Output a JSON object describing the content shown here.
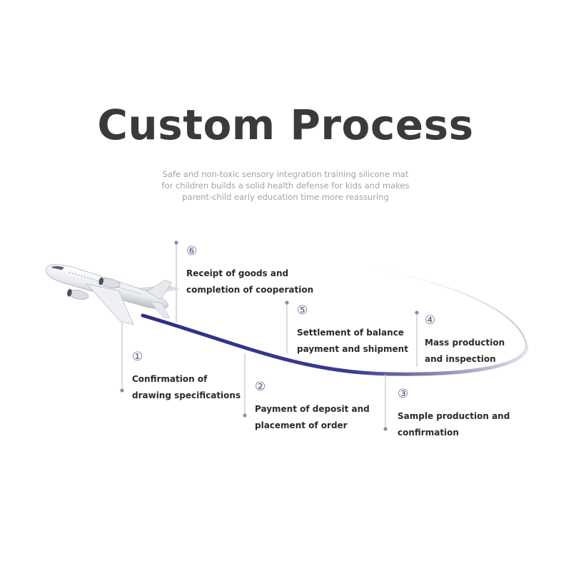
{
  "title": "Custom Process",
  "subtitle": [
    "Safe and non-toxic sensory integration training silicone mat",
    "for children builds a solid health defense for kids and makes",
    "parent-child early education time more reassuring"
  ],
  "colors": {
    "title": "#3a3a3a",
    "subtitle": "#a3a3a3",
    "path_accent": "#2e2e86",
    "marker": "#8c8ca8",
    "step_text": "#2a2a2a"
  },
  "steps": [
    {
      "number": "①",
      "lines": [
        "Confirmation of",
        "drawing specifications"
      ]
    },
    {
      "number": "②",
      "lines": [
        "Payment of deposit and",
        "placement of order"
      ]
    },
    {
      "number": "③",
      "lines": [
        "Sample production and",
        "confirmation"
      ]
    },
    {
      "number": "④",
      "lines": [
        "Mass production",
        "and inspection"
      ]
    },
    {
      "number": "⑤",
      "lines": [
        "Settlement of balance",
        "payment and shipment"
      ]
    },
    {
      "number": "⑥",
      "lines": [
        "Receipt of goods and",
        "completion of cooperation"
      ]
    }
  ],
  "icons": [
    "airplane-icon"
  ]
}
